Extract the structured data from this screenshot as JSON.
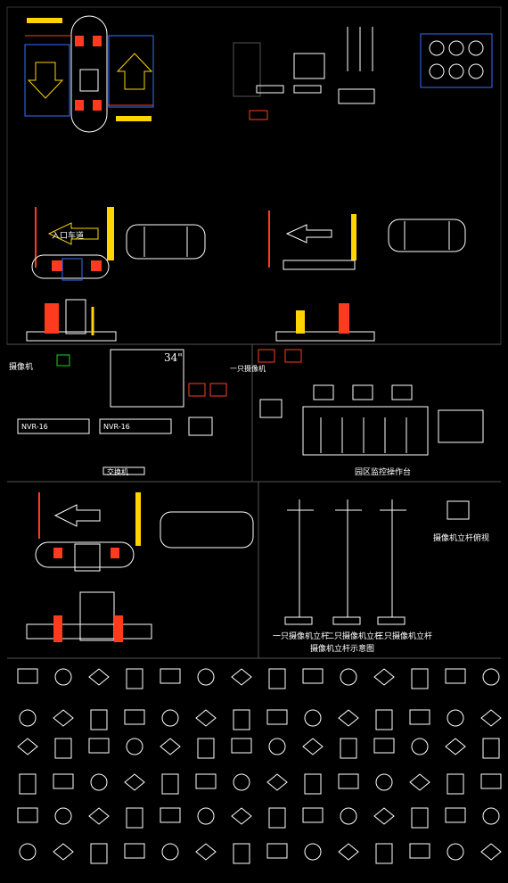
{
  "sheet": {
    "panel_titles": {
      "nvr": "摄像机",
      "console": "园区监控操作台",
      "pole_view": "摄像机立杆俯视",
      "pole_caption": "摄像机立杆示意图"
    },
    "monitor_size": "34\"",
    "pole_labels": [
      "一只摄像机立杆",
      "二只摄像机立杆",
      "三只摄像机立杆"
    ],
    "nvr_labels": [
      "NVR-16",
      "NVR-16"
    ],
    "lane_label": "入口车道",
    "decoder_label": "一只摄像机",
    "switch_label": "交换机"
  },
  "colors": {
    "background": "#000000",
    "line": "#ffffff",
    "accent_red": "#ff3b1f",
    "accent_yellow": "#ffd400",
    "accent_blue": "#3a6bff",
    "accent_green": "#22d022"
  }
}
